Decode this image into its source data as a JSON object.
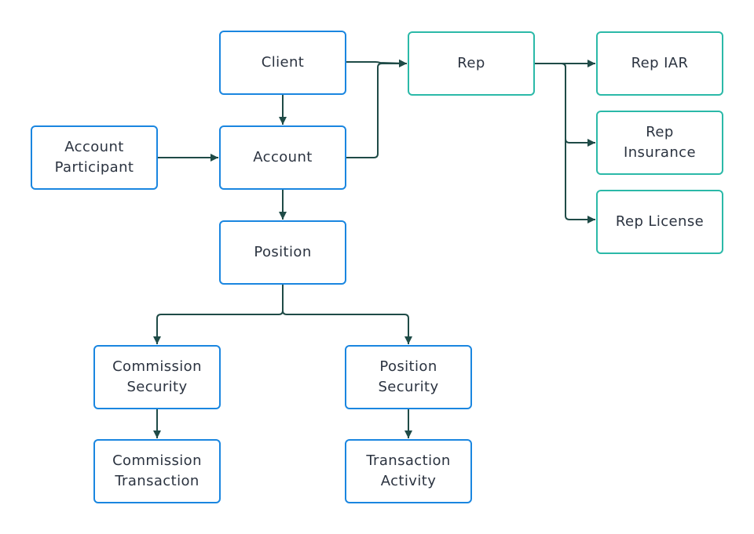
{
  "colors": {
    "blue_border": "#1a86e0",
    "teal_border": "#2bb9a8",
    "connector": "#1f4b47",
    "text": "#2b3340"
  },
  "nodes": {
    "client": {
      "lines": [
        "Client"
      ]
    },
    "account_participant": {
      "lines": [
        "Account",
        "Participant"
      ]
    },
    "account": {
      "lines": [
        "Account"
      ]
    },
    "position": {
      "lines": [
        "Position"
      ]
    },
    "commission_security": {
      "lines": [
        "Commission",
        "Security"
      ]
    },
    "commission_transaction": {
      "lines": [
        "Commission",
        "Transaction"
      ]
    },
    "position_security": {
      "lines": [
        "Position",
        "Security"
      ]
    },
    "transaction_activity": {
      "lines": [
        "Transaction",
        "Activity"
      ]
    },
    "rep": {
      "lines": [
        "Rep"
      ]
    },
    "rep_iar": {
      "lines": [
        "Rep IAR"
      ]
    },
    "rep_insurance": {
      "lines": [
        "Rep",
        "Insurance"
      ]
    },
    "rep_license": {
      "lines": [
        "Rep License"
      ]
    }
  },
  "edges": [
    {
      "from": "client",
      "to": "account"
    },
    {
      "from": "account_participant",
      "to": "account"
    },
    {
      "from": "account",
      "to": "position"
    },
    {
      "from": "position",
      "to": "commission_security"
    },
    {
      "from": "position",
      "to": "position_security"
    },
    {
      "from": "commission_security",
      "to": "commission_transaction"
    },
    {
      "from": "position_security",
      "to": "transaction_activity"
    },
    {
      "from": "client",
      "to": "rep"
    },
    {
      "from": "account",
      "to": "rep"
    },
    {
      "from": "rep",
      "to": "rep_iar"
    },
    {
      "from": "rep",
      "to": "rep_insurance"
    },
    {
      "from": "rep",
      "to": "rep_license"
    }
  ]
}
